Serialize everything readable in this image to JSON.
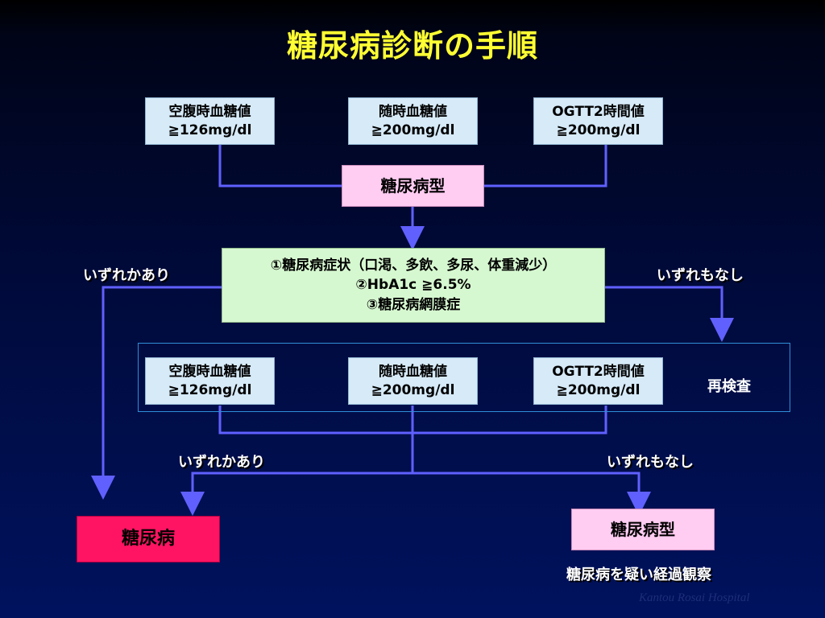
{
  "title": "糖尿病診断の手順",
  "top_tests": [
    {
      "line1": "空腹時血糖値",
      "line2": "≧126mg/dl"
    },
    {
      "line1": "随時血糖値",
      "line2": "≧200mg/dl"
    },
    {
      "line1": "OGTT2時間値",
      "line2": "≧200mg/dl"
    }
  ],
  "type_box_top": "糖尿病型",
  "criteria": [
    "①糖尿病症状（口渇、多飲、多尿、体重減少）",
    "②HbA1c ≧6.5%",
    "③糖尿病網膜症"
  ],
  "branch_any": "いずれかあり",
  "branch_none": "いずれもなし",
  "retest_tests": [
    {
      "line1": "空腹時血糖値",
      "line2": "≧126mg/dl"
    },
    {
      "line1": "随時血糖値",
      "line2": "≧200mg/dl"
    },
    {
      "line1": "OGTT2時間値",
      "line2": "≧200mg/dl"
    }
  ],
  "retest_label": "再検査",
  "branch_any_2": "いずれかあり",
  "branch_none_2": "いずれもなし",
  "diabetes_box": "糖尿病",
  "type_box_bottom": "糖尿病型",
  "observe_note": "糖尿病を疑い経過観察",
  "credit": "Kantou Rosai Hospital",
  "colors": {
    "line": "#6060ff",
    "title": "#ffff33"
  }
}
